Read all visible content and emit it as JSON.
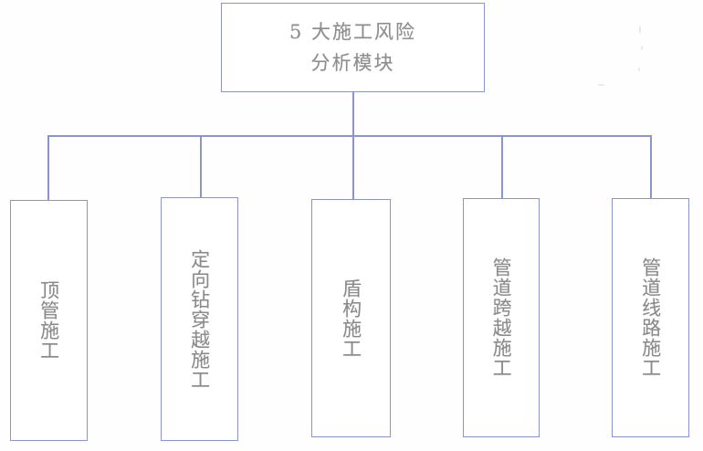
{
  "diagram": {
    "type": "tree",
    "orientation": "top-down",
    "colors": {
      "border": "#8c95cb",
      "text": "#8a8a8a",
      "background": "#ffffff"
    },
    "root": {
      "id": "root",
      "label": "5 大施工风险\n分析模块",
      "line1": "5 大施工风险",
      "line2": "分析模块",
      "count": "5"
    },
    "children": [
      {
        "id": "child-1",
        "label": "顶管施工"
      },
      {
        "id": "child-2",
        "label": "定向钻穿越施工"
      },
      {
        "id": "child-3",
        "label": "盾构施工"
      },
      {
        "id": "child-4",
        "label": "管道跨越施工"
      },
      {
        "id": "child-5",
        "label": "管道线路施工"
      }
    ]
  }
}
